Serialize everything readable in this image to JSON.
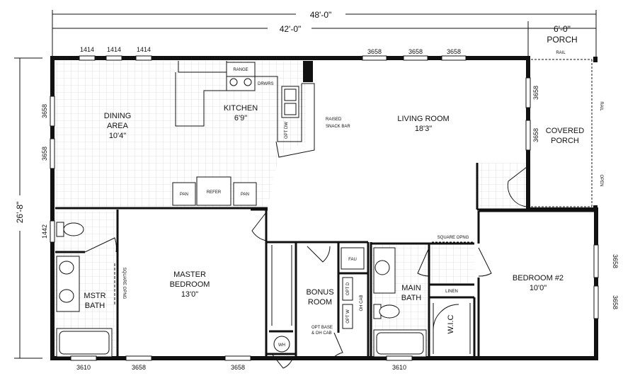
{
  "dimensions": {
    "overall_width": "48'-0\"",
    "main_width": "42'-0\"",
    "porch_width": "6'-0\"",
    "porch_label": "PORCH",
    "depth": "26'-8\""
  },
  "rooms": {
    "dining": {
      "name_line1": "DINING",
      "name_line2": "AREA",
      "size": "10'4\""
    },
    "kitchen": {
      "name": "KITCHEN",
      "size": "6'9\""
    },
    "living": {
      "name": "LIVING ROOM",
      "size": "18'3\""
    },
    "porch": {
      "name_line1": "COVERED",
      "name_line2": "PORCH"
    },
    "master_bedroom": {
      "name_line1": "MASTER",
      "name_line2": "BEDROOM",
      "size": "13'0\""
    },
    "master_bath": {
      "name_line1": "MSTR",
      "name_line2": "BATH"
    },
    "bonus": {
      "name_line1": "BONUS",
      "name_line2": "ROOM"
    },
    "main_bath": {
      "name_line1": "MAIN",
      "name_line2": "BATH"
    },
    "bedroom2": {
      "name": "BEDROOM #2",
      "size": "10'0\""
    },
    "wic": {
      "name": "W.I.C"
    }
  },
  "labels": {
    "range": "RANGE",
    "drwrs": "DRWRS",
    "raised_line1": "RAISED",
    "raised_line2": "SNACK BAR",
    "opt_dw": "OPT DW",
    "pan": "PAN",
    "refer": "REFER",
    "rail": "RAIL",
    "open": "OPEN",
    "square_opng": "SQUARE OPNG",
    "fau": "FAU",
    "opt_d": "OPT D",
    "opt_w": "OPT W",
    "oh_cab": "OH CAB",
    "opt_base_line1": "OPT BASE",
    "opt_base_line2": "& OH CAB",
    "wh": "WH",
    "linen": "LINEN"
  },
  "windows": {
    "w1414": "1414",
    "w3658": "3658",
    "w1442": "1442",
    "w3610": "3610"
  }
}
